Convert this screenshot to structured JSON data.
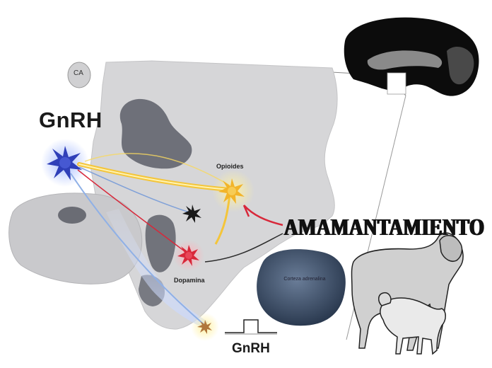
{
  "labels": {
    "gnrh_top": "GnRH",
    "gnrh_bottom": "GnRH",
    "opioides": "Opioides",
    "dopamina": "Dopamina",
    "corteza": "Corteza adrenalina",
    "ca": "CA",
    "amamantamiento": "AMAMANTAMIENTO"
  },
  "colors": {
    "gnrh_neuron": "#2f3fb8",
    "opioid_neuron": "#f2b42a",
    "dopamine_neuron": "#d8283a",
    "other_neuron": "#1a1a1a",
    "yellow_pathway": "#f4c53a",
    "red_pathway": "#d8283a",
    "blue_pathway": "#7fa0d8",
    "tissue": "#d6d6d8",
    "dark_region": "#6e7079",
    "adrenal": "#34455c"
  },
  "icons": [
    "brain-silhouette",
    "sheep-silhouette",
    "lamb-silhouette",
    "pulse-waveform"
  ]
}
